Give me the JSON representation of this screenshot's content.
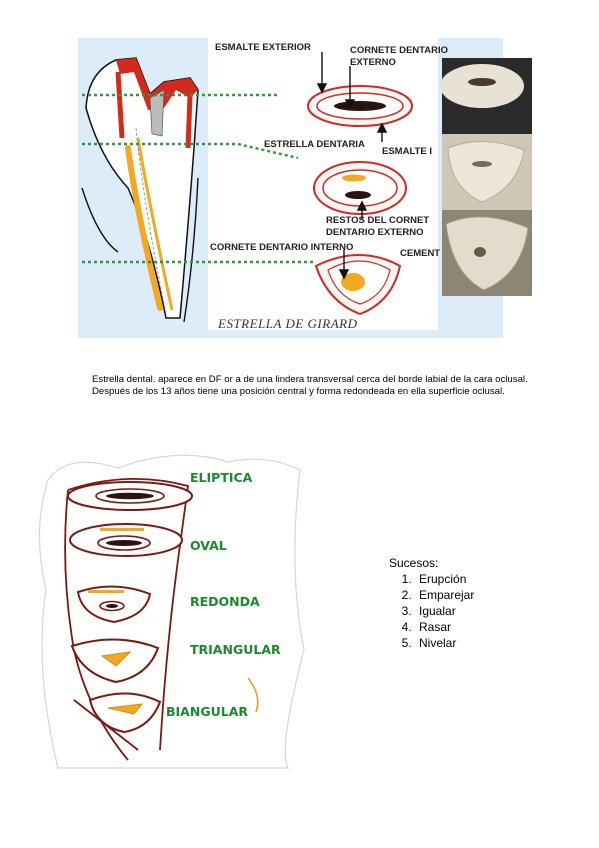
{
  "figure_top": {
    "labels": {
      "enamel_exterior": "ESMALTE EXTERIOR",
      "external_cornet_1": "CORNETE DENTARIO",
      "external_cornet_2": "EXTERNO",
      "dental_star": "ESTRELLA DENTARIA",
      "enamel_int": "ESMALTE I",
      "remains_1": "RESTOS DEL CORNET",
      "remains_2": "DENTARIO EXTERNO",
      "internal_cornet": "CORNETE DENTARIO INTERNO",
      "cement": "CEMENT",
      "title": "ESTRELLA DE GIRARD"
    },
    "colors": {
      "enamel": "#d42a1e",
      "star": "#f2a820",
      "cornet": "#2a1410",
      "guideline": "#2e9a3a",
      "backdrop": "#dcecf8"
    }
  },
  "caption": {
    "line1": "Estrella dental. aparece en DF or a de una lindera transversal cerca del borde labial de la cara oclusal.",
    "line2": "Después de los 13 años tiene una posición central y forma redondeada en ella superficie oclusal."
  },
  "figure_bottom": {
    "shapes": [
      "ELIPTICA",
      "OVAL",
      "REDONDA",
      "TRIANGULAR",
      "BIANGULAR"
    ],
    "colors": {
      "outline": "#7a1a12",
      "star": "#f2a820",
      "label": "#1c8a2a"
    }
  },
  "events": {
    "title": "Sucesos:",
    "items": [
      "Erupción",
      "Emparejar",
      "Igualar",
      "Rasar",
      "Nivelar"
    ]
  }
}
